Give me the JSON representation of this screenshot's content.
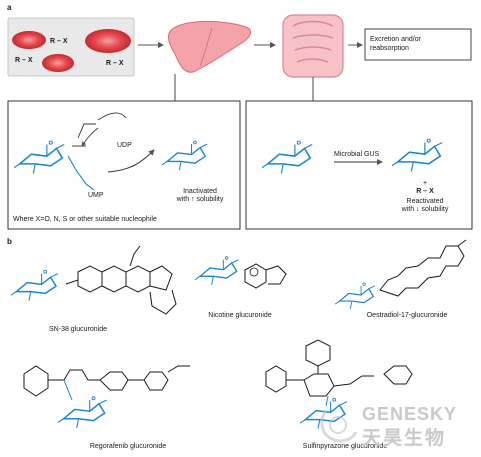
{
  "panel_a": {
    "label": "a",
    "cells": [
      {
        "text": "R – X"
      },
      {
        "text": "R – X"
      },
      {
        "text": "R – X"
      }
    ],
    "excretion": "Excretion and/or\nreabsorption",
    "left_box": {
      "udp": "UDP",
      "ump": "UMP",
      "inactivated": "Inactivated\nwith ↑ solubility",
      "footnote": "Where X=O, N, S or other suitable nucleophile"
    },
    "right_box": {
      "enzyme": "Microbial GUS",
      "plus": "+",
      "product": "R – X",
      "reactivated": "Reactivated\nwith ↓ solubility"
    }
  },
  "panel_b": {
    "label": "b",
    "compounds": [
      {
        "name": "SN-38 glucuronide"
      },
      {
        "name": "Nicotine glucuronide"
      },
      {
        "name": "Oestradiol-17-glucuronide"
      },
      {
        "name": "Regorafenib glucuronide"
      },
      {
        "name": "Sulfinpyrazone glucuronide"
      }
    ]
  },
  "watermark": {
    "latin": "GENESKY",
    "cjk": "天昊生物"
  },
  "colors": {
    "glucuronide": "#1c86c8",
    "cell_red": "#e03a3e",
    "organ": "#f2a0a8",
    "ink": "#1a1a1a"
  }
}
